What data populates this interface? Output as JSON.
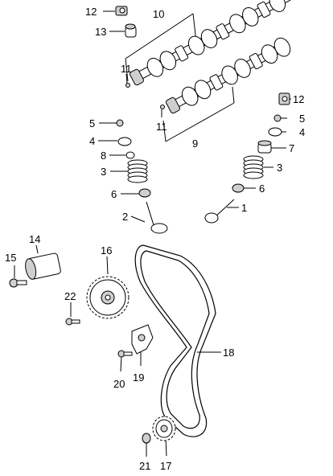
{
  "diagram": {
    "callouts": {
      "c1": "1",
      "c2": "2",
      "c3a": "3",
      "c3b": "3",
      "c4a": "4",
      "c4b": "4",
      "c5a": "5",
      "c5b": "5",
      "c6a": "6",
      "c6b": "6",
      "c7": "7",
      "c8": "8",
      "c9": "9",
      "c10": "10",
      "c11a": "11",
      "c11b": "11",
      "c12a": "12",
      "c12b": "12",
      "c13": "13",
      "c14": "14",
      "c15": "15",
      "c16": "16",
      "c17": "17",
      "c18": "18",
      "c19": "19",
      "c20": "20",
      "c21": "21",
      "c22": "22"
    }
  }
}
